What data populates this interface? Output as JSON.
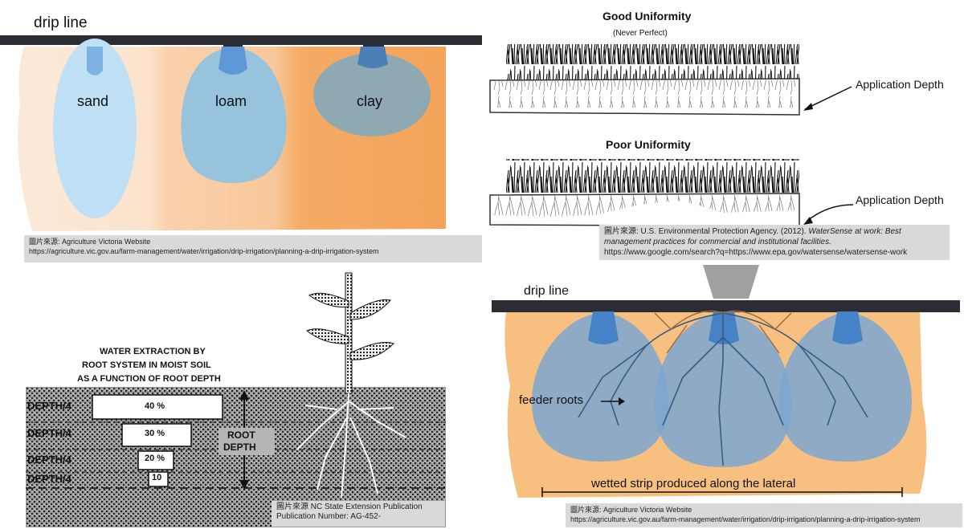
{
  "panel_drip_soils": {
    "title": "drip line",
    "soils": [
      "sand",
      "loam",
      "clay"
    ],
    "colors": {
      "sand_bg": "#fbe6d2",
      "loam_bg": "#f8caa0",
      "clay_bg": "#f4a55a",
      "pipe": "#2a2d33",
      "water": "#8fc3e6"
    },
    "caption_line1": "圖片來源: Agriculture Victoria Website",
    "caption_line2": "https://agriculture.vic.gov.au/farm-management/water/irrigation/drip-irrigation/planning-a-drip-irrigation-system"
  },
  "panel_uniformity": {
    "good_title": "Good Uniformity",
    "good_subtitle": "(Never Perfect)",
    "poor_title": "Poor Uniformity",
    "application_depth_1": "Application Depth",
    "application_depth_2": "Application Depth",
    "caption_prefix": "圖片來源: U.S. Environmental Protection Agency. (2012). ",
    "caption_italic": "WaterSense at work: Best management practices for commercial and institutional facilities.",
    "caption_url": "https://www.google.com/search?q=https://www.epa.gov/watersense/watersense-work"
  },
  "panel_root_extraction": {
    "title_line1": "WATER EXTRACTION BY",
    "title_line2": "ROOT SYSTEM IN MOIST SOIL",
    "title_line3": "AS A FUNCTION OF ROOT DEPTH",
    "depth_labels": [
      "DEPTH/4",
      "DEPTH/4",
      "DEPTH/4",
      "DEPTH/4"
    ],
    "percentages": [
      "40 %",
      "30 %",
      "20 %",
      "10"
    ],
    "root_label_1": "ROOT",
    "root_label_2": "DEPTH",
    "caption_line1": "圖片來源 NC State Extension Publication",
    "caption_line2": "Publication Number: AG-452-"
  },
  "panel_wetted_strip": {
    "title": "drip line",
    "feeder_label": "feeder roots",
    "strip_label": "wetted strip produced along the lateral",
    "caption_line1": "圖片來源: Agriculture Victoria Website",
    "caption_line2": "https://agriculture.vic.gov.au/farm-management/water/irrigation/drip-irrigation/planning-a-drip-irrigation-system"
  }
}
